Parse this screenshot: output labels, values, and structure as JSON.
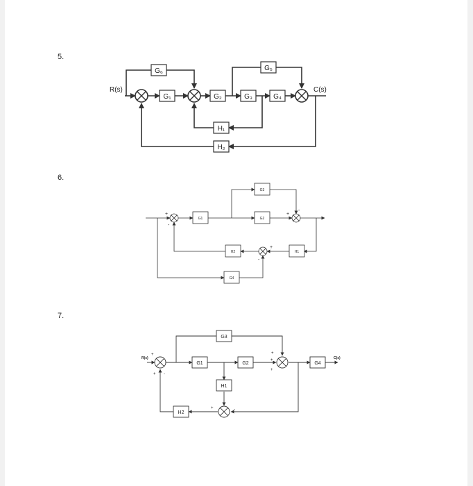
{
  "colors": {
    "page": "#ffffff",
    "margin": "#f1f1f1",
    "line": "#333333"
  },
  "problems": [
    {
      "number": "5.",
      "input_label": "R(s)",
      "output_label": "C(s)",
      "blocks": {
        "g1": "G₁",
        "g2": "G₂",
        "g3": "G₃",
        "g4": "G₄",
        "g5": "G₅",
        "g6": "G₆",
        "h1": "H₁",
        "h2": "H₂"
      }
    },
    {
      "number": "6.",
      "blocks": {
        "g1": "G1",
        "g2": "G2",
        "g3": "G3",
        "g4": "G4",
        "h1": "H1",
        "h2": "H2"
      },
      "signs": {
        "sj1_top": "+",
        "sj1_bottom": "-",
        "sj2_top": "-",
        "sj2_left": "+",
        "sj3_right": "+",
        "sj3_bottom": "-"
      }
    },
    {
      "number": "7.",
      "input_label": "R(s)",
      "output_label": "C(s)",
      "blocks": {
        "g1": "G1",
        "g2": "G2",
        "g3": "G3",
        "g4": "G4",
        "h1": "H1",
        "h2": "H2"
      },
      "signs": {
        "sj1_left": "+",
        "sj1_bottom": "+",
        "sj1_right": "-",
        "sj2_top": "+",
        "sj2_left": "+",
        "sj2_bottom": "+",
        "sj3_left": "+",
        "sj3_right": "-"
      }
    }
  ]
}
